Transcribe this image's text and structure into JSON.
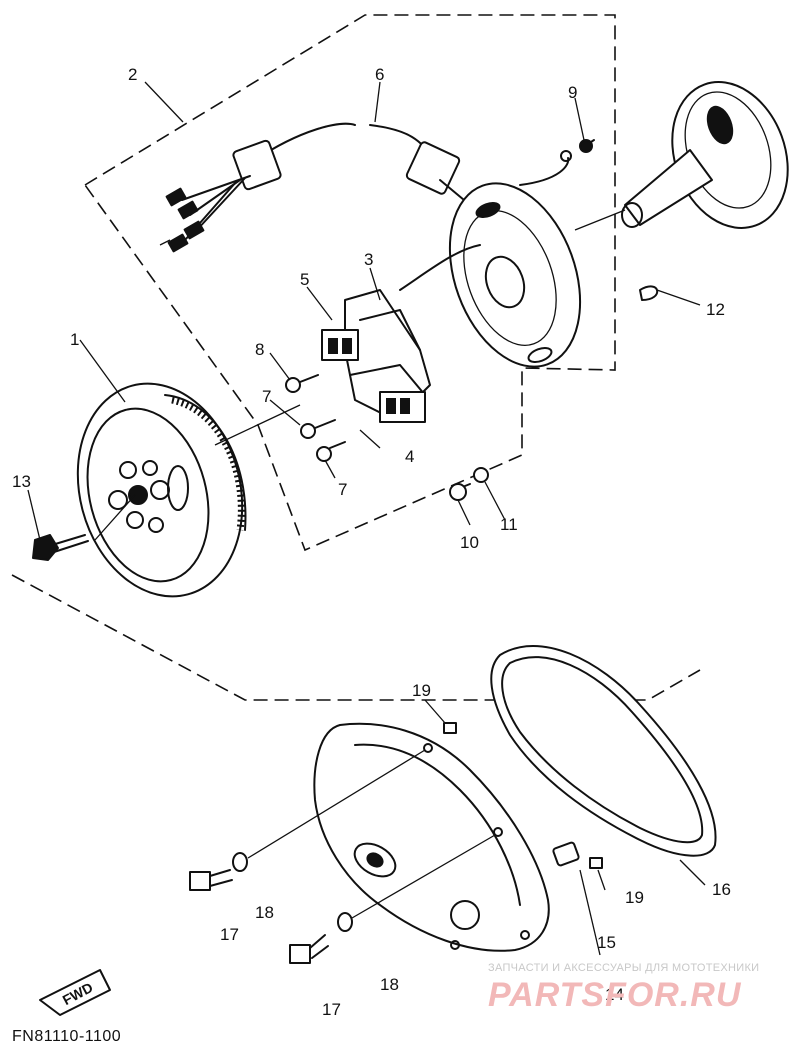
{
  "diagram": {
    "code": "FN81110-1100",
    "direction_label": "FWD",
    "watermark": {
      "tagline": "ЗАПЧАСТИ И АКСЕССУАРЫ ДЛЯ МОТОТЕХНИКИ",
      "logo": "PARTSFOR.RU"
    },
    "callouts": [
      {
        "id": "1",
        "text": "1"
      },
      {
        "id": "2",
        "text": "2"
      },
      {
        "id": "3",
        "text": "3"
      },
      {
        "id": "4",
        "text": "4"
      },
      {
        "id": "5",
        "text": "5"
      },
      {
        "id": "6",
        "text": "6"
      },
      {
        "id": "7a",
        "text": "7"
      },
      {
        "id": "7b",
        "text": "7"
      },
      {
        "id": "8",
        "text": "8"
      },
      {
        "id": "9",
        "text": "9"
      },
      {
        "id": "10",
        "text": "10"
      },
      {
        "id": "11",
        "text": "11"
      },
      {
        "id": "12",
        "text": "12"
      },
      {
        "id": "13",
        "text": "13"
      },
      {
        "id": "14",
        "text": "14"
      },
      {
        "id": "15",
        "text": "15"
      },
      {
        "id": "16",
        "text": "16"
      },
      {
        "id": "17a",
        "text": "17"
      },
      {
        "id": "17b",
        "text": "17"
      },
      {
        "id": "18a",
        "text": "18"
      },
      {
        "id": "18b",
        "text": "18"
      },
      {
        "id": "19a",
        "text": "19"
      },
      {
        "id": "19b",
        "text": "19"
      }
    ]
  }
}
